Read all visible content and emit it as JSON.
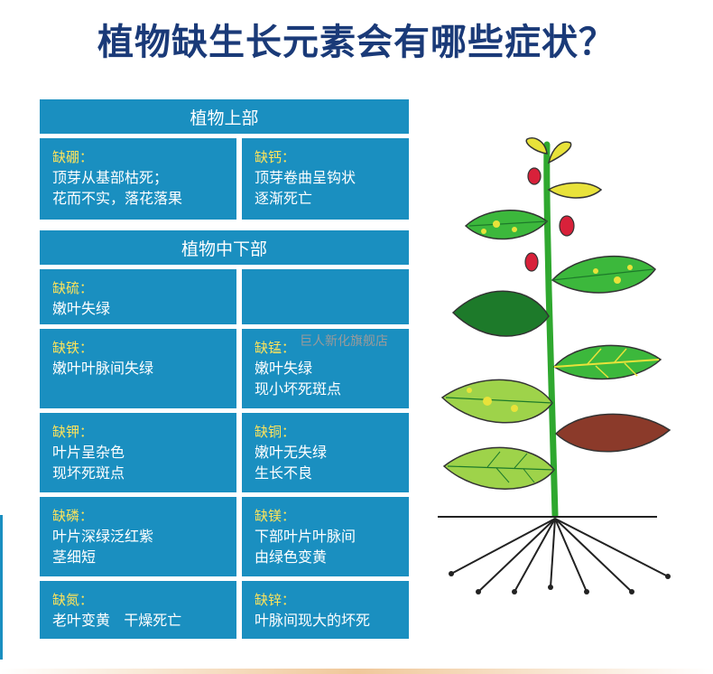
{
  "title": "植物缺生长元素会有哪些症状？",
  "watermark": "巨人新化旗舰店",
  "sections": {
    "upper": {
      "header": "植物上部"
    },
    "lower": {
      "header": "植物中下部"
    }
  },
  "cells": {
    "boron": {
      "name": "缺硼：",
      "line1": "顶芽从基部枯死；",
      "line2": "花而不实，落花落果"
    },
    "calcium": {
      "name": "缺钙：",
      "line1": "顶芽卷曲呈钩状",
      "line2": "逐渐死亡"
    },
    "sulfur": {
      "name": "缺硫：",
      "line1": "嫩叶失绿"
    },
    "iron": {
      "name": "缺铁：",
      "line1": "嫩叶叶脉间失绿"
    },
    "manganese": {
      "name": "缺锰：",
      "line1": "嫩叶失绿",
      "line2": "现小坏死斑点"
    },
    "potassium": {
      "name": "缺钾：",
      "line1": "叶片呈杂色",
      "line2": "现坏死斑点"
    },
    "copper": {
      "name": "缺铜：",
      "line1": "嫩叶无失绿",
      "line2": "生长不良"
    },
    "phosphorus": {
      "name": "缺磷：",
      "line1": "叶片深绿泛红紫",
      "line2": "茎细短"
    },
    "magnesium": {
      "name": "缺镁：",
      "line1": "下部叶片叶脉间",
      "line2": "由绿色变黄"
    },
    "nitrogen": {
      "name": "缺氮：",
      "line1": "老叶变黄   干燥死亡"
    },
    "zinc": {
      "name": "缺锌：",
      "line1": "叶脉间现大的坏死"
    }
  },
  "colors": {
    "title": "#1a3a78",
    "cell_bg": "#1a8fc0",
    "element_name": "#ffe45a",
    "leaf_green": "#2fa82f",
    "leaf_dark": "#1d7a2a",
    "leaf_yellow": "#e8e23a",
    "leaf_brown": "#8b3a2a",
    "fruit_red": "#d8213a"
  }
}
